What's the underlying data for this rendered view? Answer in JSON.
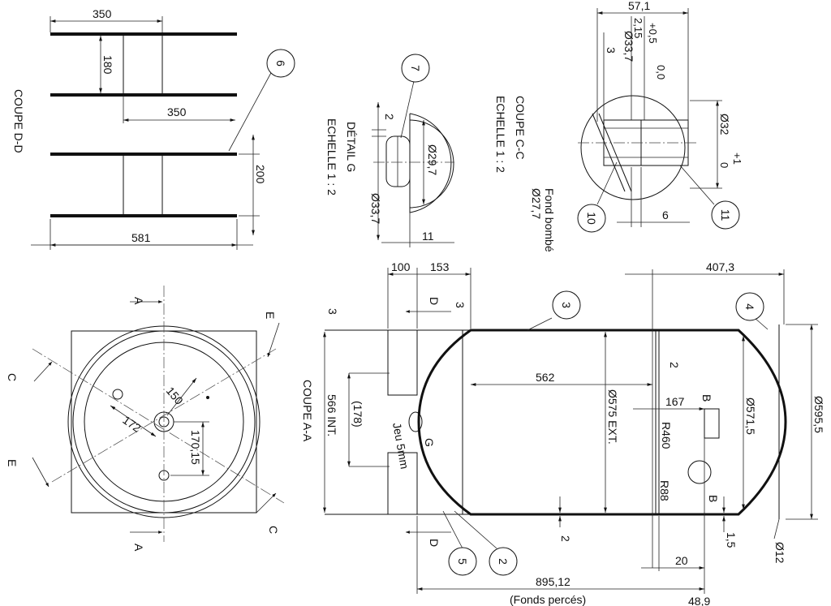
{
  "views": {
    "coupe_dd": {
      "title": "COUPE D-D",
      "dims": [
        "350",
        "180",
        "350",
        "200",
        "581"
      ],
      "balloon": "6"
    },
    "detail_g": {
      "title": [
        "DÉTAIL G",
        "ECHELLE 1 : 2"
      ],
      "dims": [
        "2",
        "Ø29,7",
        "Ø33,7",
        "11"
      ],
      "balloon": "7"
    },
    "coupe_cc": {
      "title": [
        "COUPE C-C",
        "ECHELLE 1 : 2"
      ],
      "dims": [
        "57,1",
        "+0,5",
        "2,15",
        "0,0",
        "Ø33,7",
        "3",
        "Ø32",
        "+1",
        "0",
        "6",
        "Ø27,7",
        "Fond bombé"
      ],
      "balloons": [
        "10",
        "11"
      ]
    },
    "plan": {
      "section_marks": [
        "A",
        "A",
        "E",
        "E",
        "C",
        "C"
      ],
      "dims": [
        "150",
        "172",
        "170,15"
      ]
    },
    "coupe_aa": {
      "title": "COUPE A-A",
      "dims": [
        "100",
        "153",
        "407,3",
        "3",
        "3",
        "566 INT.",
        "(178)",
        "Jeu 5mm",
        "G",
        "562",
        "Ø575 EXT.",
        "167",
        "R460",
        "R88",
        "Ø571,5",
        "Ø595,5",
        "2",
        "2",
        "20",
        "1,5",
        "Ø12",
        "895,12",
        "(Fonds percés)",
        "48,9"
      ],
      "section_marks": [
        "D",
        "D",
        "B",
        "B"
      ],
      "balloons": [
        "3",
        "4",
        "5",
        "2"
      ]
    }
  }
}
